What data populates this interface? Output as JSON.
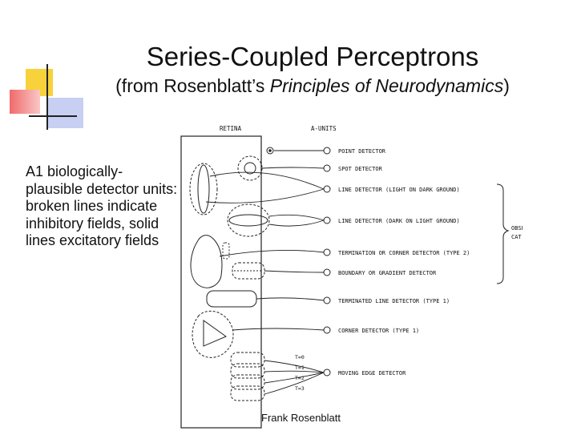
{
  "slide": {
    "title": "Series-Coupled Perceptrons",
    "subtitle_prefix": "(from Rosenblatt’s ",
    "subtitle_italic": "Principles of Neurodynamics",
    "subtitle_suffix": ")",
    "caption": "A1 biologically-plausible detector units: broken lines indicate inhibitory fields, solid lines excitatory fields",
    "credit": "Frank Rosenblatt"
  },
  "figure": {
    "retina_label": "RETINA",
    "aunits_label": "A-UNITS",
    "detectors": [
      "POINT DETECTOR",
      "SPOT DETECTOR",
      "LINE DETECTOR (LIGHT ON DARK GROUND)",
      "LINE DETECTOR (DARK ON LIGHT GROUND)",
      "TERMINATION OR CORNER DETECTOR (TYPE 2)",
      "BOUNDARY OR GRADIENT DETECTOR",
      "TERMINATED LINE DETECTOR (TYPE 1)",
      "CORNER DETECTOR (TYPE 1)",
      "MOVING EDGE DETECTOR"
    ],
    "observed_label_1": "OBSERVED IN",
    "observed_label_2": "CAT CORTEX",
    "time_labels": [
      "T=0",
      "T=1",
      "T=2",
      "T=3"
    ]
  }
}
